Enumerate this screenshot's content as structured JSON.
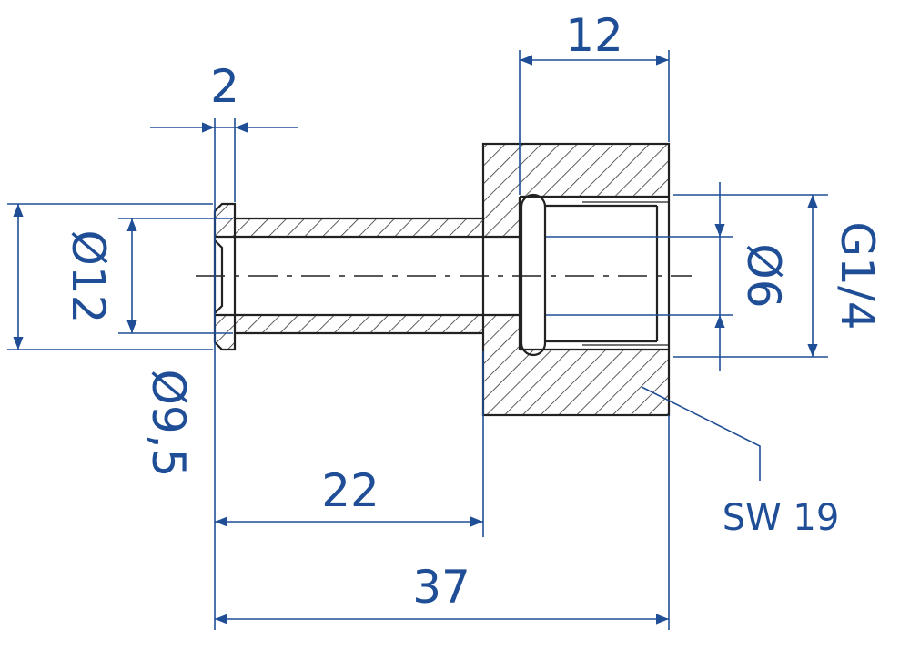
{
  "colors": {
    "part_outline": "#222222",
    "dimension": "#1f4e96",
    "hatch": "#333333",
    "background": "#ffffff"
  },
  "dimensions": {
    "flange_width": "2",
    "nut_length": "12",
    "shaft_length": "22",
    "total_length": "37",
    "flange_diameter": "Ø12",
    "shaft_diameter": "Ø9,5",
    "bore_diameter": "Ø6",
    "thread": "G1/4",
    "wrench_size": "SW 19"
  }
}
